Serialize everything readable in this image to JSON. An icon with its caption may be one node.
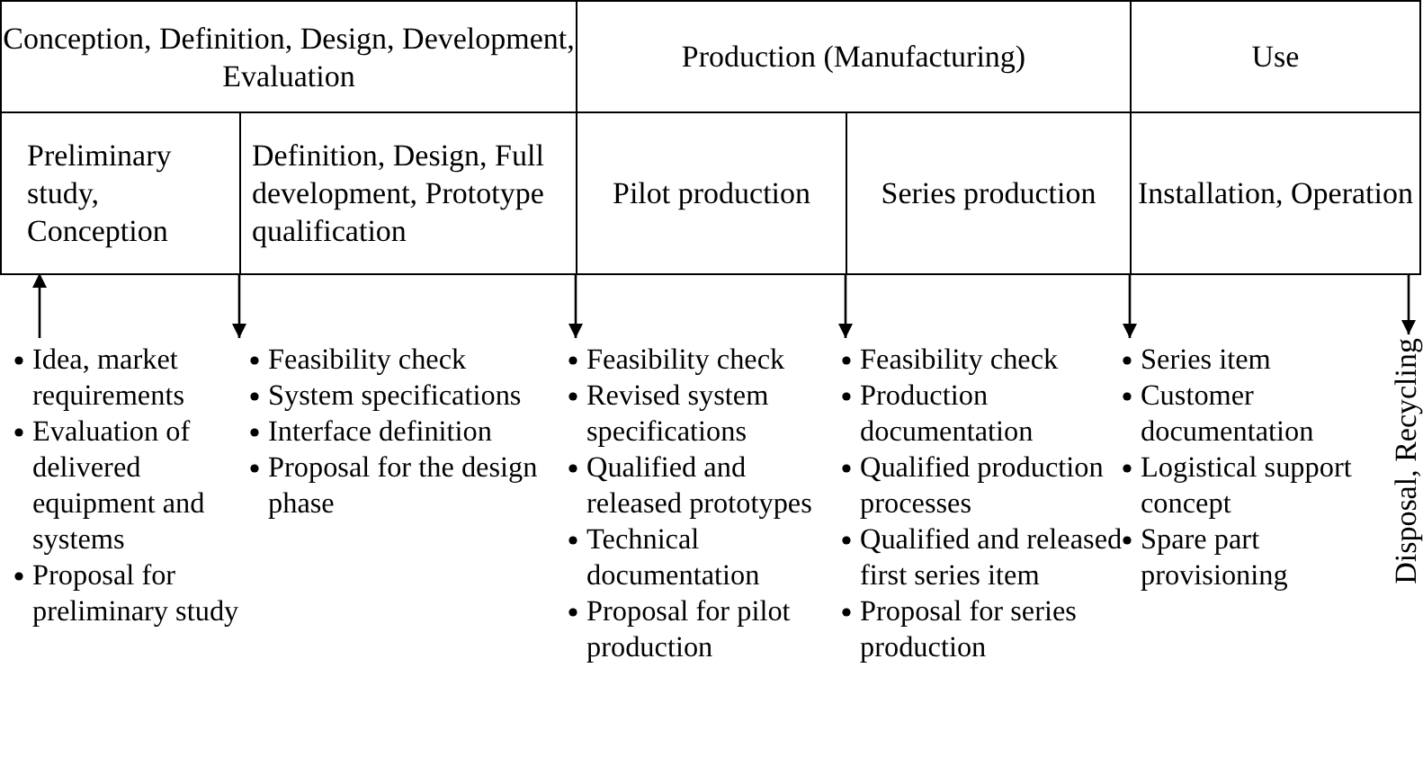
{
  "diagram": {
    "nodes": [
      {
        "text": [
          "Conception, Definition, Design, Development, Evaluation"
        ]
      },
      {
        "text": [
          "Production (Manufacturing)"
        ]
      },
      {
        "text": [
          "Use"
        ]
      },
      {
        "text": [
          "Preliminary study, Conception"
        ]
      },
      {
        "text": [
          "Definition, Design, Full development, Prototype qualification"
        ]
      },
      {
        "text": [
          "Pilot production"
        ]
      },
      {
        "text": [
          "Series production"
        ]
      },
      {
        "text": [
          "Installation, Operation"
        ]
      },
      {
        "text": [
          "Idea, market requirements",
          "Evaluation of delivered equipment and systems",
          "Proposal for preliminary study"
        ]
      },
      {
        "text": [
          "Feasibility check",
          "System specifications",
          "Interface definition",
          "Proposal for the design phase"
        ]
      },
      {
        "text": [
          "Feasibility check",
          "Revised system specifications",
          "Qualified and released prototypes",
          "Technical documentation",
          "Proposal for pilot production"
        ]
      },
      {
        "text": [
          "Feasibility check",
          "Production documentation",
          "Qualified production processes",
          "Qualified and released first series item",
          "Proposal for series production"
        ]
      },
      {
        "text": [
          "Series item",
          "Customer documentation",
          "Logistical support concept",
          "Spare part provisioning"
        ]
      },
      {
        "text": [
          "Disposal, Recycling"
        ]
      }
    ],
    "edges": [
      {
        "from": 8,
        "to": 3,
        "arrow": "to"
      },
      {
        "from": 4,
        "to": 9,
        "arrow": "to"
      },
      {
        "from": 5,
        "to": 10,
        "arrow": "to"
      },
      {
        "from": 6,
        "to": 11,
        "arrow": "to"
      },
      {
        "from": 7,
        "to": 12,
        "arrow": "to"
      },
      {
        "from": 7,
        "to": 13,
        "arrow": "to"
      }
    ]
  }
}
